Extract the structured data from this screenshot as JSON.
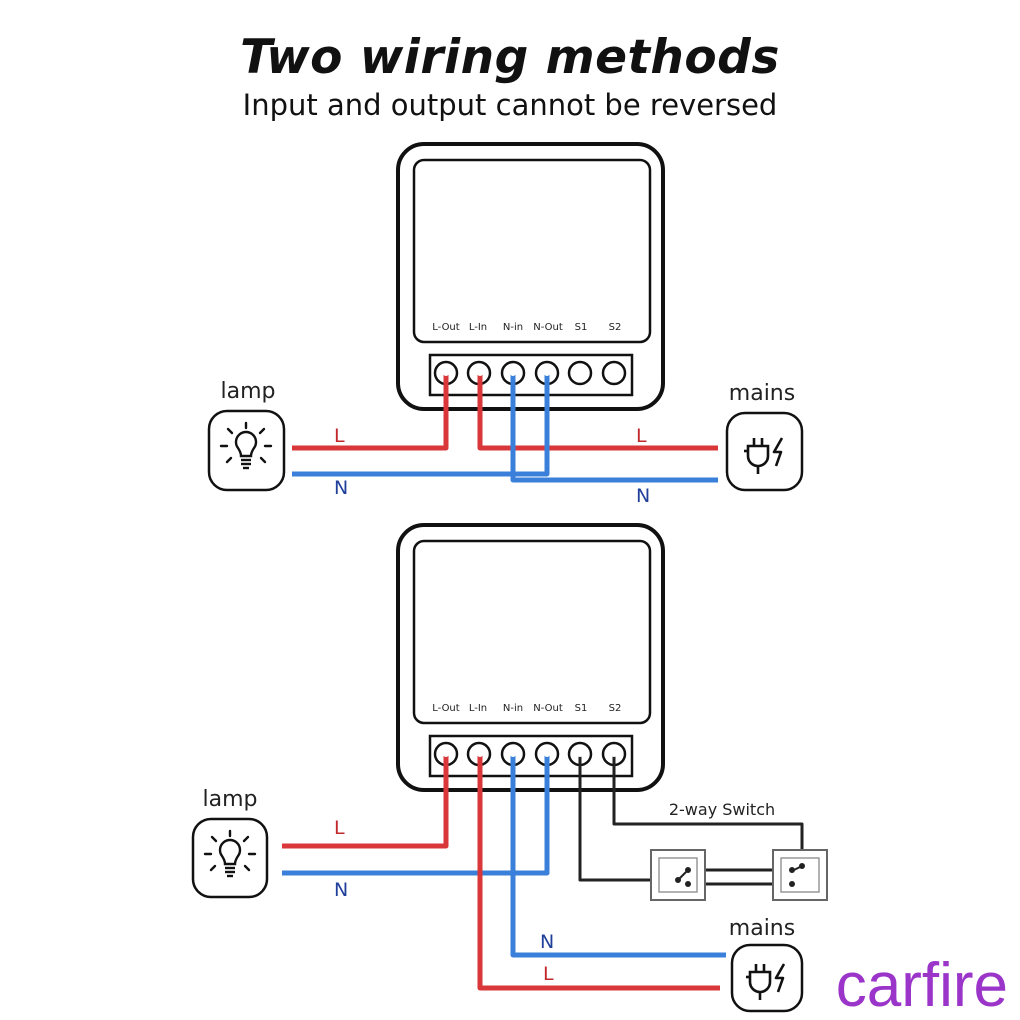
{
  "header": {
    "title": "Two wiring methods",
    "subtitle": "Input and output cannot be reversed"
  },
  "terminals": [
    "L-Out",
    "L-In",
    "N-in",
    "N-Out",
    "S1",
    "S2"
  ],
  "diagram1": {
    "lamp_label": "lamp",
    "mains_label": "mains",
    "lamp_L": "L",
    "lamp_N": "N",
    "mains_L": "L",
    "mains_N": "N"
  },
  "diagram2": {
    "lamp_label": "lamp",
    "mains_label": "mains",
    "lamp_L": "L",
    "lamp_N": "N",
    "mains_N": "N",
    "mains_L": "L",
    "switch_label": "2-way Switch"
  },
  "watermark": "carfire",
  "colors": {
    "live": "#d9373a",
    "neutral": "#3a7fd9",
    "switch_wire": "#222222",
    "label_red": "#c0282b",
    "label_blue": "#1f3f9a",
    "watermark": "#9b35c9"
  },
  "icons": {
    "lamp": "lightbulb-icon",
    "mains": "plug-icon"
  }
}
